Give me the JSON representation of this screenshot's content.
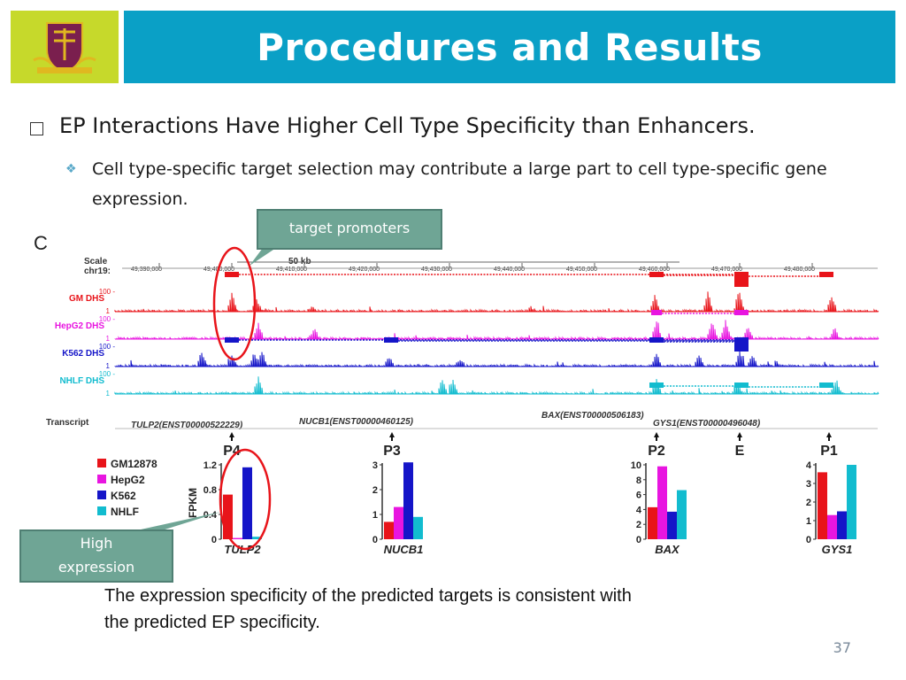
{
  "slide": {
    "title": "Procedures and Results",
    "bullet_main": "EP Interactions Have Higher Cell Type Specificity than Enhancers.",
    "bullet_sub": "Cell type-specific target selection may contribute a large part to cell type-specific gene expression.",
    "callout_top": "target promoters",
    "callout_bottom_line1": "High",
    "callout_bottom_line2": "expression",
    "caption_line1": "The expression specificity of the predicted targets is consistent with",
    "caption_line2": "the predicted EP specificity.",
    "page_number": "37"
  },
  "figure": {
    "panel_letter": "C",
    "scale_label": "Scale",
    "chr_label": "chr19:",
    "scale_bar_label": "50 kb",
    "coords": [
      "49,390,000",
      "49,400,000",
      "49,410,000",
      "49,420,000",
      "49,430,000",
      "49,440,000",
      "49,450,000",
      "49,460,000",
      "49,470,000",
      "49,480,000"
    ],
    "tracks": [
      {
        "label": "GM DHS",
        "color": "#e8141a",
        "top": "100 -",
        "bottom": "1"
      },
      {
        "label": "HepG2 DHS",
        "color": "#e815e0",
        "top": "100 -",
        "bottom": "1"
      },
      {
        "label": "K562 DHS",
        "color": "#1515c8",
        "top": "100 -",
        "bottom": "1"
      },
      {
        "label": "NHLF DHS",
        "color": "#12bccf",
        "top": "100 -",
        "bottom": "1"
      }
    ],
    "transcript_label": "Transcript",
    "transcripts": [
      "TULP2(ENST00000522229)",
      "NUCB1(ENST00000460125)",
      "BAX(ENST00000506183)",
      "GYS1(ENST00000496048)"
    ],
    "promoters": [
      "P4",
      "P3",
      "P2",
      "E",
      "P1"
    ]
  },
  "chart_data": {
    "type": "bar",
    "ylabel": "FPKM",
    "series_names": [
      "GM12878",
      "HepG2",
      "K562",
      "NHLF"
    ],
    "series_colors": [
      "#e8141a",
      "#e815e0",
      "#1515c8",
      "#12bccf"
    ],
    "charts": [
      {
        "gene": "TULP2",
        "yticks": [
          "0",
          "0.4",
          "0.8",
          "1.2"
        ],
        "ylim": [
          0,
          1.2
        ],
        "values": [
          0.72,
          0.02,
          1.16,
          0.04
        ]
      },
      {
        "gene": "NUCB1",
        "yticks": [
          "0",
          "1",
          "2",
          "3"
        ],
        "ylim": [
          0,
          3
        ],
        "values": [
          0.7,
          1.3,
          3.1,
          0.9
        ]
      },
      {
        "gene": "BAX",
        "yticks": [
          "0",
          "2",
          "4",
          "6",
          "8",
          "10"
        ],
        "ylim": [
          0,
          10
        ],
        "values": [
          4.3,
          9.8,
          3.7,
          6.6
        ]
      },
      {
        "gene": "GYS1",
        "yticks": [
          "0",
          "1",
          "2",
          "3",
          "4"
        ],
        "ylim": [
          0,
          4
        ],
        "values": [
          3.6,
          1.3,
          1.5,
          4.0
        ]
      }
    ]
  }
}
